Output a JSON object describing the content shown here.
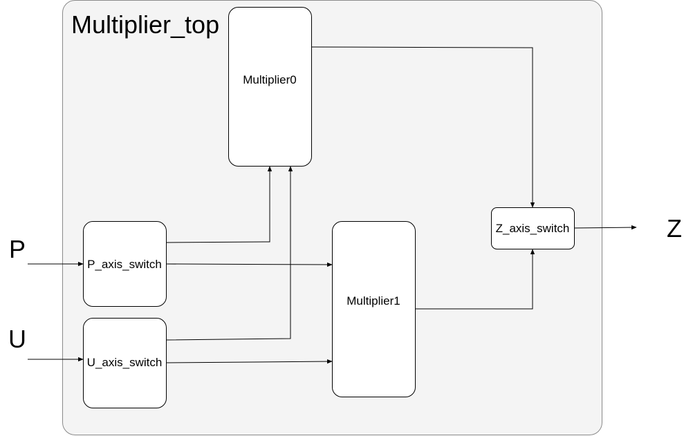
{
  "diagram": {
    "container": {
      "label": "Multiplier_top"
    },
    "blocks": {
      "multiplier0": "Multiplier0",
      "multiplier1": "Multiplier1",
      "p_axis_switch": "P_axis_switch",
      "u_axis_switch": "U_axis_switch",
      "z_axis_switch": "Z_axis_switch"
    },
    "ports": {
      "p": "P",
      "u": "U",
      "z": "Z"
    }
  }
}
